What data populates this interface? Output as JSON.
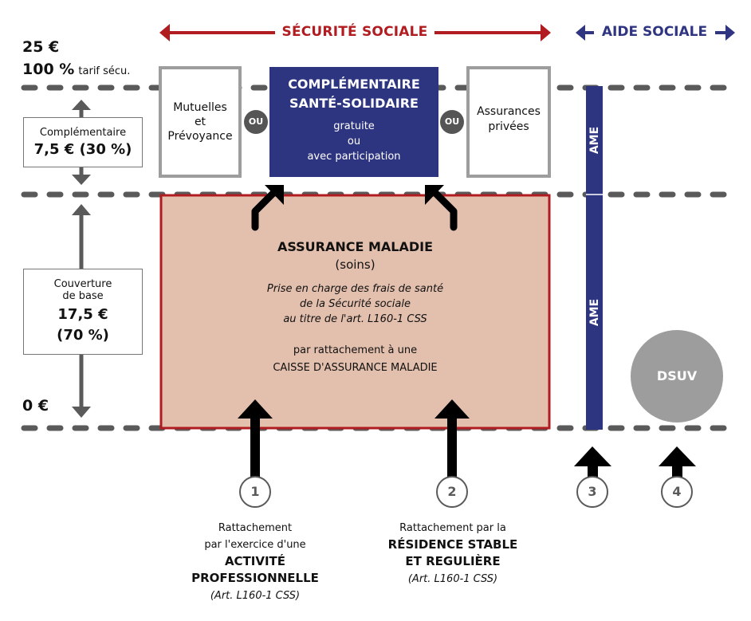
{
  "header": {
    "securite_sociale": {
      "label": "SÉCURITÉ SOCIALE",
      "color": "#b01c20"
    },
    "aide_sociale": {
      "label": "AIDE SOCIALE",
      "color": "#2f3580"
    }
  },
  "scale": {
    "top_value": "25 €",
    "top_percent": "100 %",
    "top_percent_suffix": "tarif sécu.",
    "bottom_value": "0 €",
    "complementaire": {
      "title": "Complémentaire",
      "value": "7,5 € (30 %)"
    },
    "base": {
      "title_line1": "Couverture",
      "title_line2": "de base",
      "value": "17,5 €",
      "percent": "(70 %)"
    }
  },
  "complementary_row": {
    "mutuelles": {
      "line1": "Mutuelles",
      "line2": "et",
      "line3": "Prévoyance"
    },
    "or_label": "OU",
    "css": {
      "title_line1": "COMPLÉMENTAIRE",
      "title_line2": "SANTÉ-SOLIDAIRE",
      "sub_line1": "gratuite",
      "sub_line2": "ou",
      "sub_line3": "avec participation",
      "color": "#2e3580"
    },
    "privees": {
      "line1": "Assurances",
      "line2": "privées"
    }
  },
  "assurance_maladie": {
    "title": "ASSURANCE MALADIE",
    "subtitle": "(soins)",
    "desc_line1": "Prise en charge des frais de santé",
    "desc_line2": "de la Sécurité sociale",
    "desc_line3": "au titre de l'art. L160-1 CSS",
    "attach_line1": "par rattachement à une",
    "attach_line2": "CAISSE D'ASSURANCE MALADIE",
    "fill": "#e3bfad",
    "border": "#b01c20"
  },
  "aide": {
    "ame_label": "AME",
    "dsuv_label": "DSUV"
  },
  "paths": [
    {
      "number": "1",
      "line1": "Rattachement",
      "line2": "par l'exercice d'une",
      "bold1": "ACTIVITÉ",
      "bold2": "PROFESSIONNELLE",
      "ref": "(Art. L160-1 CSS)"
    },
    {
      "number": "2",
      "line1": "Rattachement par la",
      "bold1": "RÉSIDENCE STABLE",
      "bold2": "ET REGULIÈRE",
      "ref": "(Art. L160-1 CSS)"
    },
    {
      "number": "3"
    },
    {
      "number": "4"
    }
  ]
}
